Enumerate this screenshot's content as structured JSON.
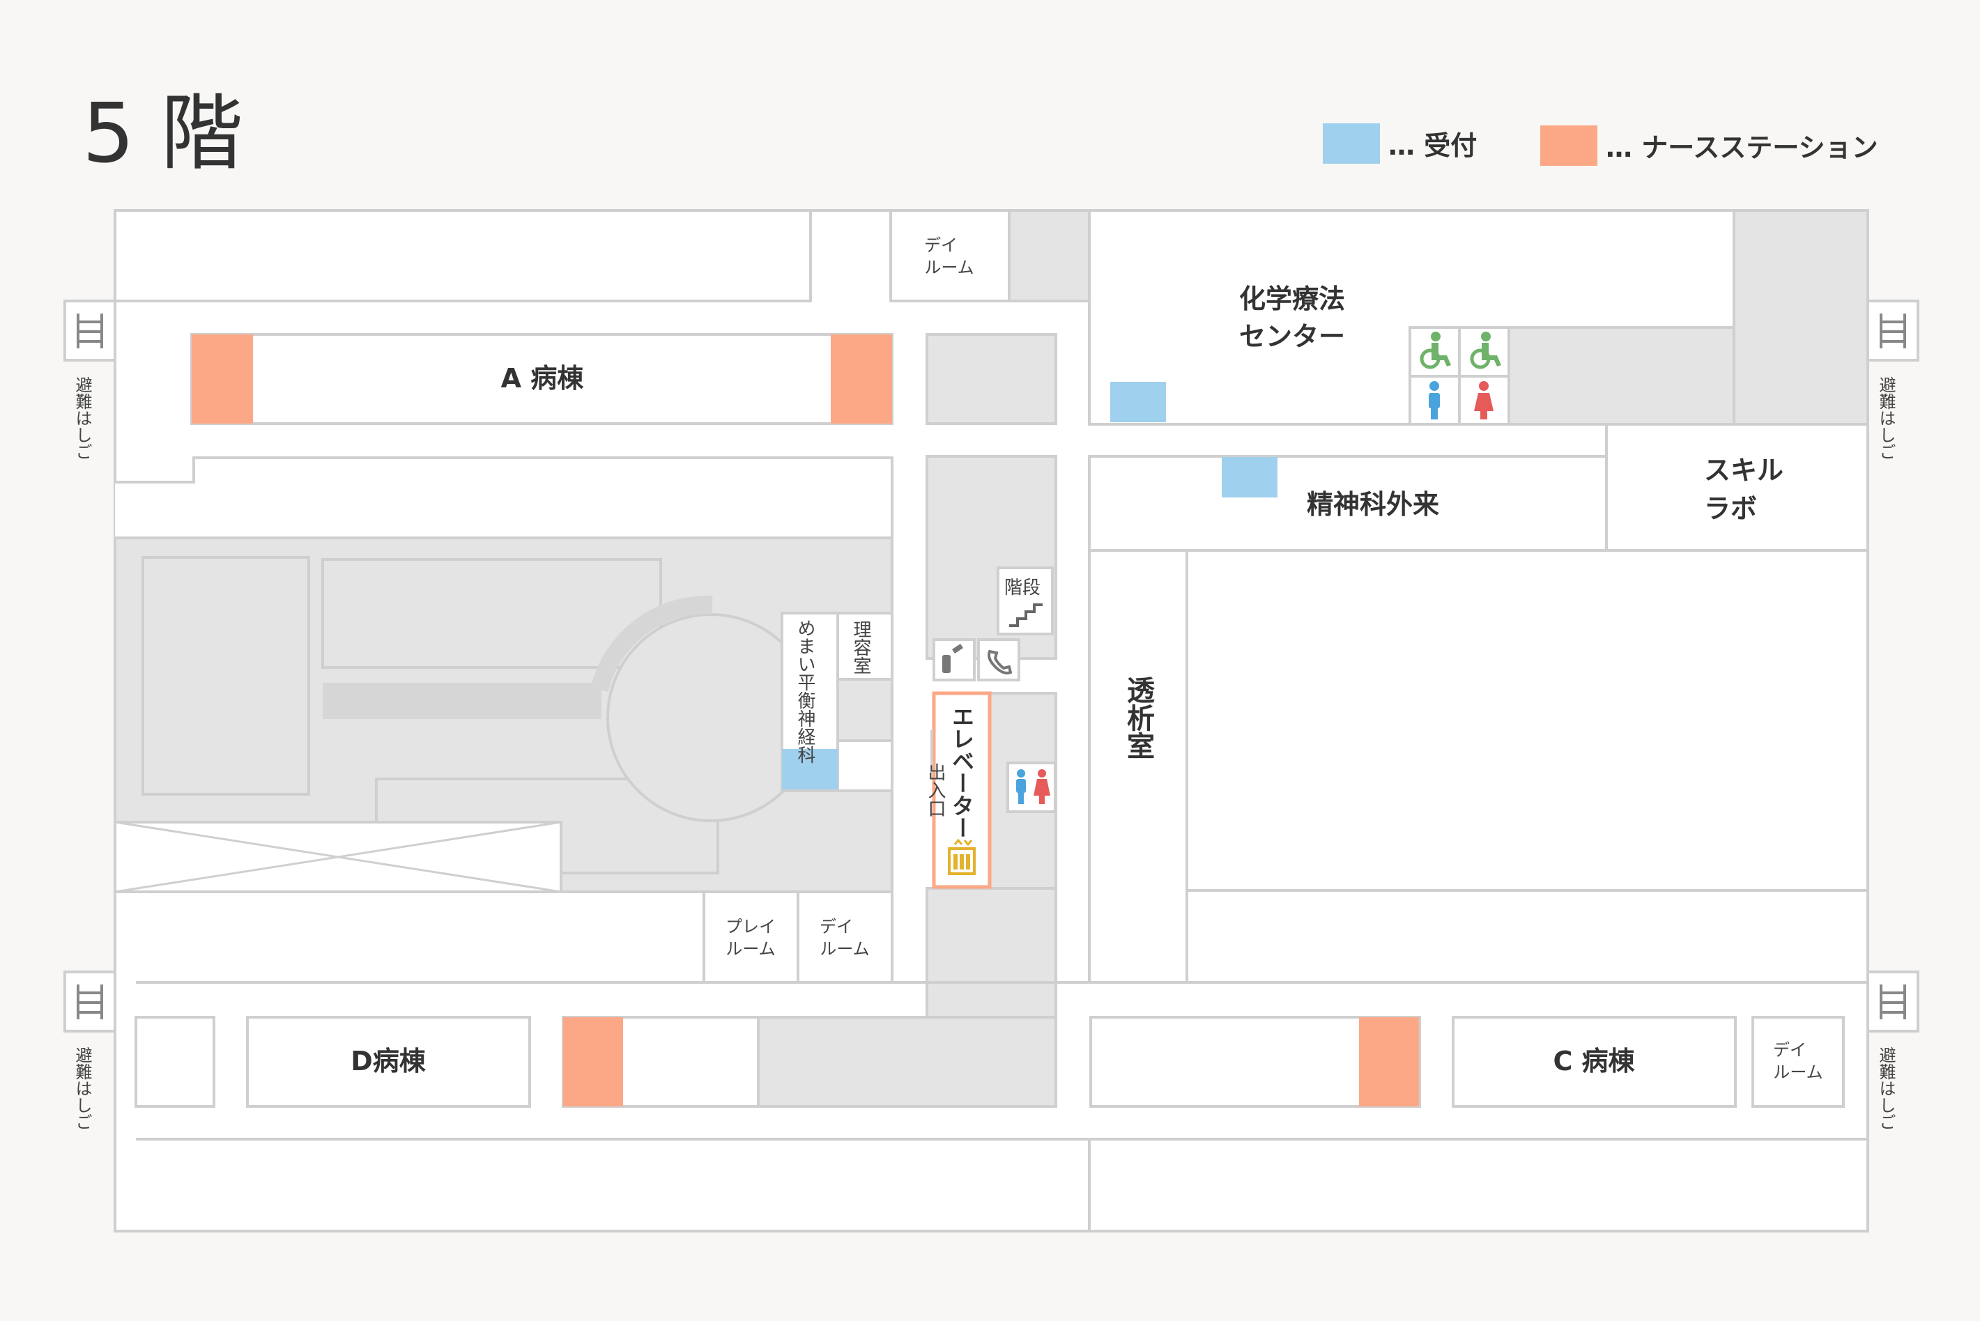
{
  "floor_title": "5 階",
  "legend": {
    "reception": {
      "label": "… 受付",
      "color": "#9fd0ee"
    },
    "nurse_station": {
      "label": "… ナースステーション",
      "color": "#fca887"
    }
  },
  "colors": {
    "wall": "#cfcfcf",
    "gray_area": "#e4e4e4",
    "room": "#ffffff",
    "reception": "#9fd0ee",
    "nurse_station": "#fca887",
    "elevator_border": "#fca887",
    "accessible_green": "#6fb26a",
    "male_blue": "#4aa3dd",
    "female_red": "#e65a5a",
    "elevator_icon": "#e3b32d"
  },
  "rooms": {
    "ward_a": "A 病棟",
    "ward_c": "C 病棟",
    "ward_d": "D病棟",
    "chemo_line1": "化学療法",
    "chemo_line2": "センター",
    "psychiatry": "精神科外来",
    "skill_lab_line1": "スキル",
    "skill_lab_line2": "ラボ",
    "dialysis": "透析室",
    "vertigo": "めまい平衡神経科",
    "barber": "理容室",
    "elevator": "エレベーター",
    "entrance": "出入口",
    "stairs": "階段",
    "day_room_1": "デイ",
    "day_room_2": "ルーム",
    "play_room_1": "プレイ",
    "play_room_2": "ルーム"
  },
  "escape_ladder": "避難はしご"
}
